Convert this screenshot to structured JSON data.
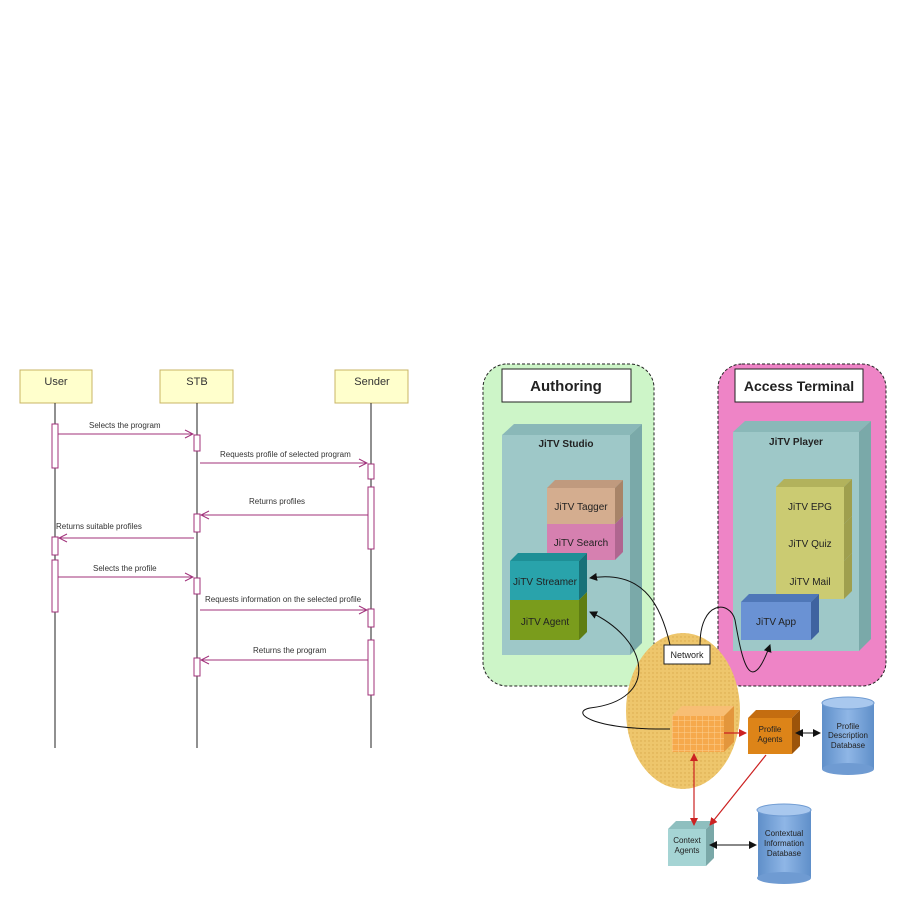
{
  "sequence": {
    "lifelines": [
      "User",
      "STB",
      "Sender"
    ],
    "messages": [
      "Selects the program",
      "Requests profile of selected program",
      "Returns profiles",
      "Returns suitable profiles",
      "Selects the profile",
      "Requests information on the selected profile",
      "Returns the program"
    ]
  },
  "architecture": {
    "authoring": {
      "title": "Authoring",
      "studio": "JiTV Studio",
      "tagger": "JiTV Tagger",
      "search": "JiTV Search",
      "streamer": "JiTV Streamer",
      "agent": "JiTV Agent"
    },
    "access_terminal": {
      "title": "Access Terminal",
      "player": "JiTV Player",
      "epg": "JiTV EPG",
      "quiz": "JiTV Quiz",
      "mail": "JiTV Mail",
      "app": "JiTV App"
    },
    "network": "Network",
    "profile_agents": [
      "Profile",
      "Agents"
    ],
    "profile_db": [
      "Profile",
      "Description",
      "Database"
    ],
    "context_agents": [
      "Context",
      "Agents"
    ],
    "context_db": [
      "Contextual",
      "Information",
      "Database"
    ]
  },
  "colors": {
    "lifeline_fill": "#ffffcc",
    "lifeline_border": "#c9b464",
    "message": "#a0307a",
    "authoring_bg": "#cdf5c8",
    "terminal_bg": "#ee84c6",
    "studio_box": "#9ec8c8",
    "network_zone": "#edc56a"
  }
}
